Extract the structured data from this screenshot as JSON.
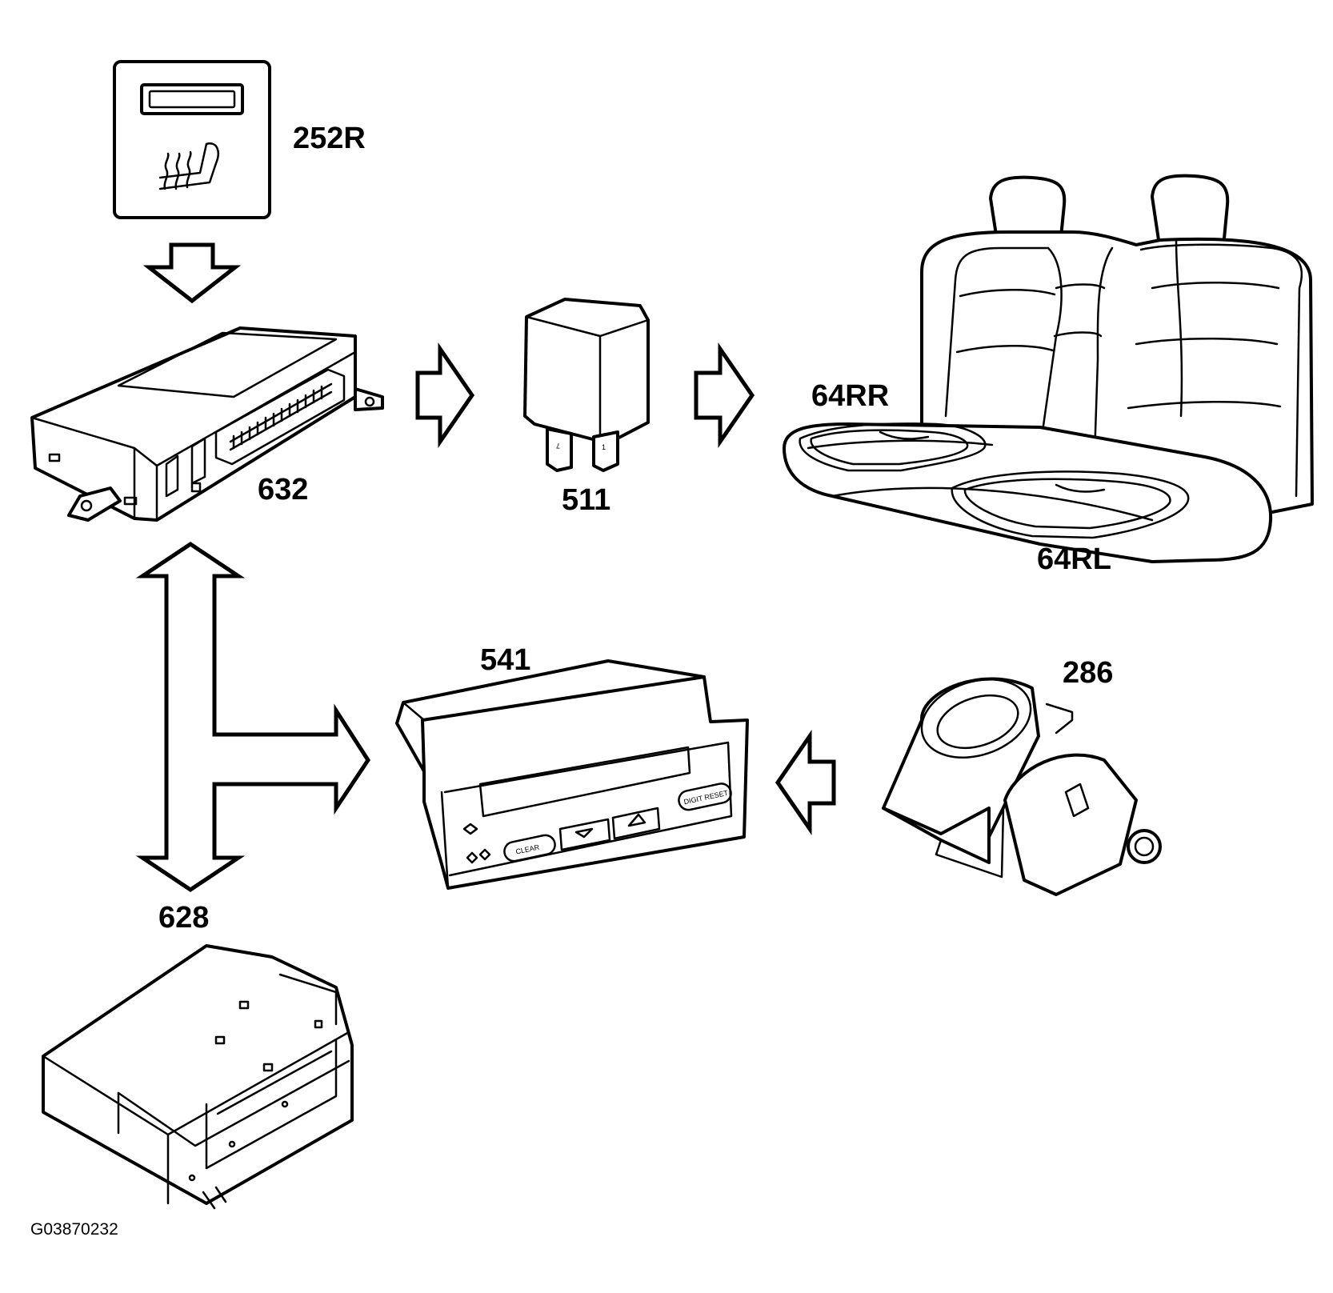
{
  "labels": {
    "switch": "252R",
    "control_module": "632",
    "relay": "511",
    "seat_rear_right": "64RR",
    "seat_rear_left": "64RL",
    "display_module": "541",
    "ignition_switch": "286",
    "module_628": "628"
  },
  "display_buttons": {
    "left": "CLEAR",
    "right": "DIGIT RESET"
  },
  "relay_pins": [
    "7",
    "1"
  ],
  "figure_id": "G03870232",
  "colors": {
    "line": "#000000",
    "background": "#ffffff"
  }
}
